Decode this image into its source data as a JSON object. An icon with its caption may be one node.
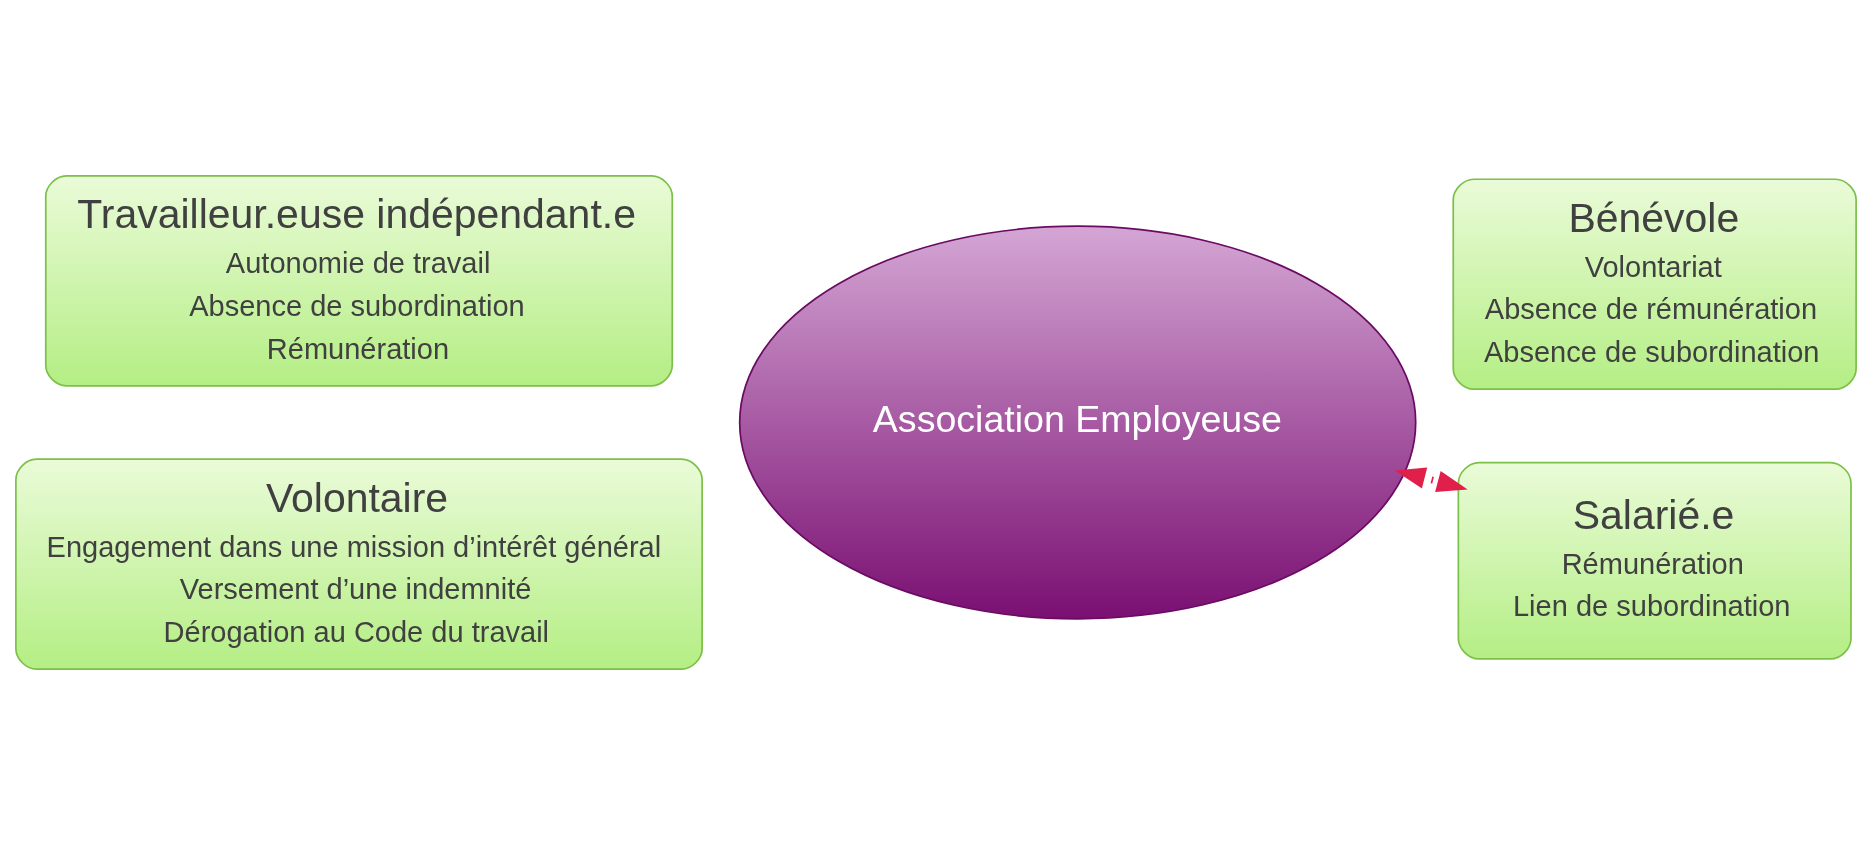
{
  "diagram": {
    "nodes": [
      {
        "text": [
          "Association Employeuse"
        ]
      },
      {
        "text": [
          "Travailleur.euse indépendant.e",
          "Autonomie de travail",
          "Absence de subordination",
          "Rémunération"
        ]
      },
      {
        "text": [
          "Bénévole",
          "Volontariat",
          "Absence de rémunération",
          "Absence de subordination"
        ]
      },
      {
        "text": [
          "Volontaire",
          "Engagement dans une mission d’intérêt général",
          "Versement d’une indemnité",
          "Dérogation au Code du travail"
        ]
      },
      {
        "text": [
          "Salarié.e",
          "Rémunération",
          "Lien de subordination"
        ]
      }
    ],
    "edges": [
      {
        "from": 0,
        "to": 4,
        "arrow": "both",
        "style": "dashed",
        "color": "#e0204a"
      }
    ]
  }
}
